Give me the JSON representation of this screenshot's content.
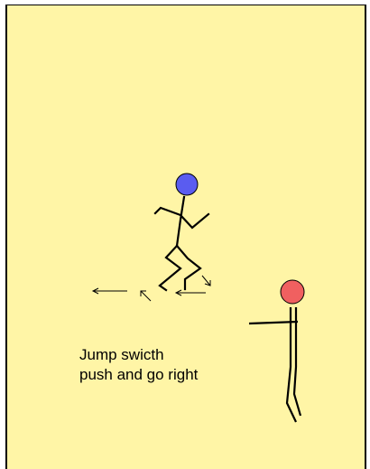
{
  "diagram": {
    "background_color": "#fff5a6",
    "line_color": "#000000",
    "caption_lines": [
      "Jump swicth",
      "push and go right"
    ],
    "figures": [
      {
        "role": "jumper",
        "head_color": "#5a5cf0"
      },
      {
        "role": "defender",
        "head_color": "#f06060"
      }
    ]
  }
}
